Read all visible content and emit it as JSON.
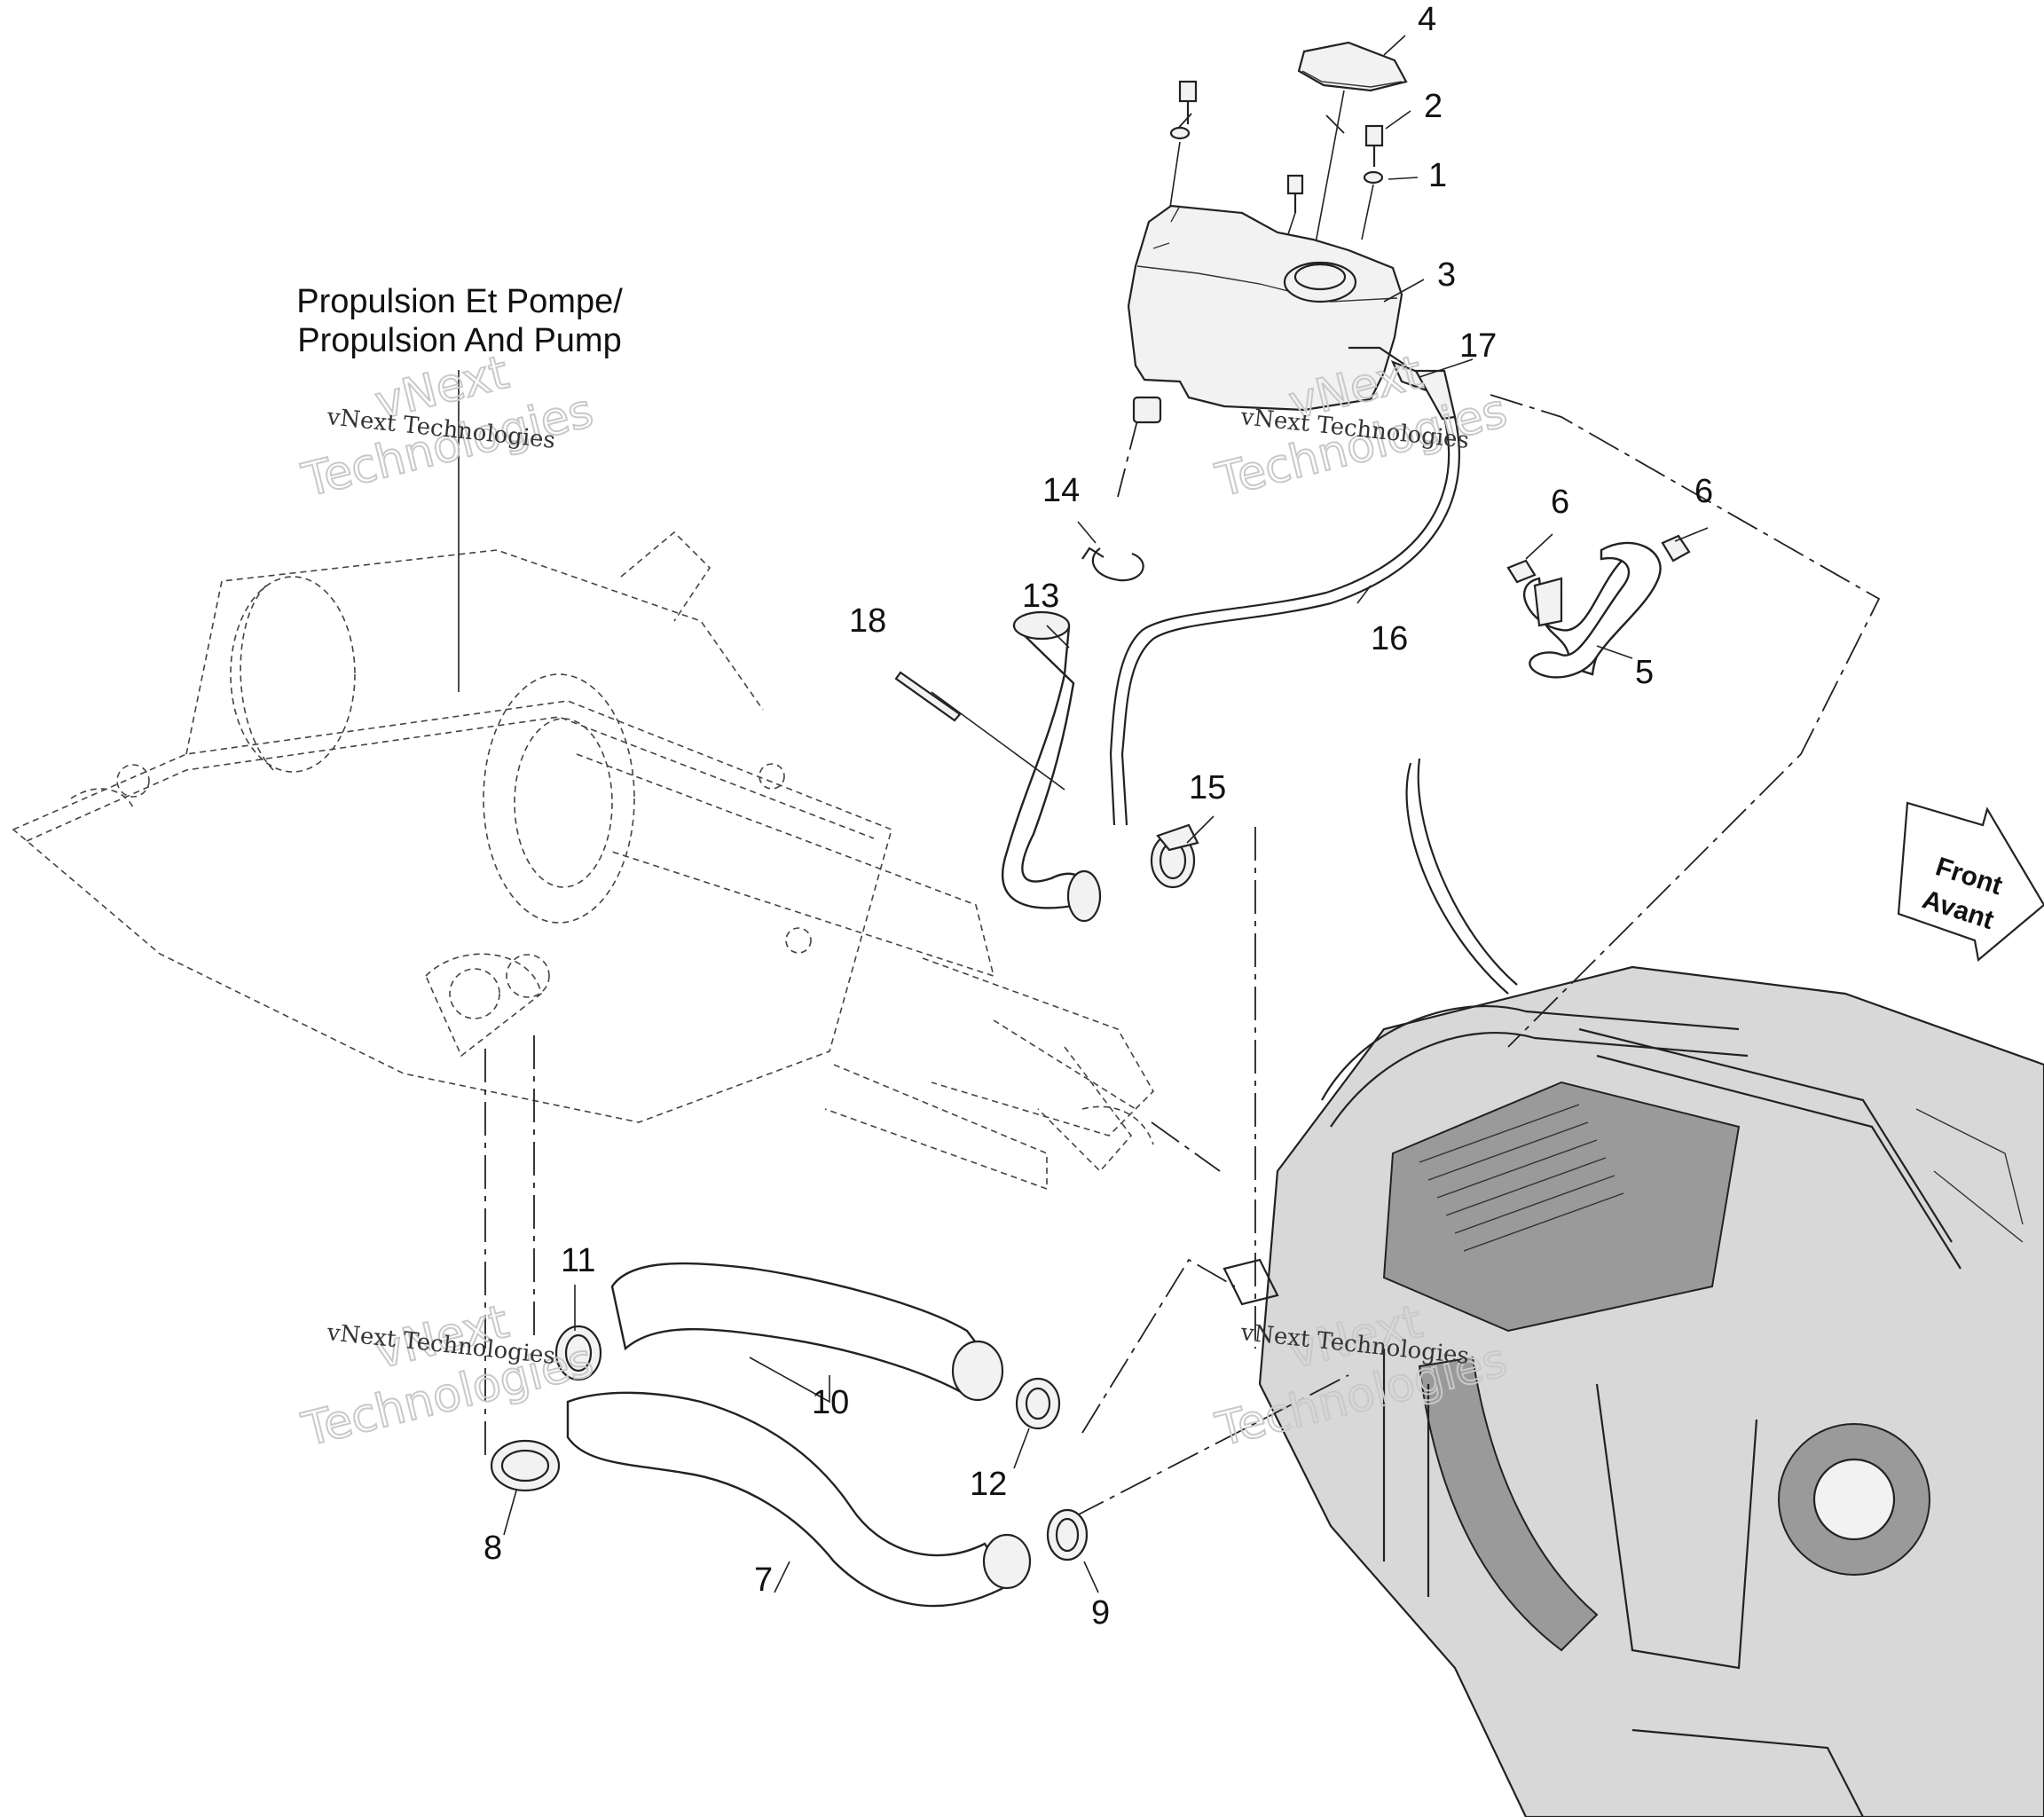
{
  "reference_label": {
    "line1": "Propulsion Et Pompe/",
    "line2": "Propulsion And Pump"
  },
  "front_arrow": {
    "line1": "Front",
    "line2": "Avant"
  },
  "watermark": {
    "small": "vNext Technologies",
    "big_line1": "vNext",
    "big_line2": "Technologies"
  },
  "callouts": {
    "c1": "1",
    "c2": "2",
    "c3": "3",
    "c4": "4",
    "c5": "5",
    "c6a": "6",
    "c6b": "6",
    "c7": "7",
    "c8": "8",
    "c9": "9",
    "c10": "10",
    "c11": "11",
    "c12": "12",
    "c13": "13",
    "c14": "14",
    "c15": "15",
    "c16": "16",
    "c17": "17",
    "c18": "18"
  }
}
